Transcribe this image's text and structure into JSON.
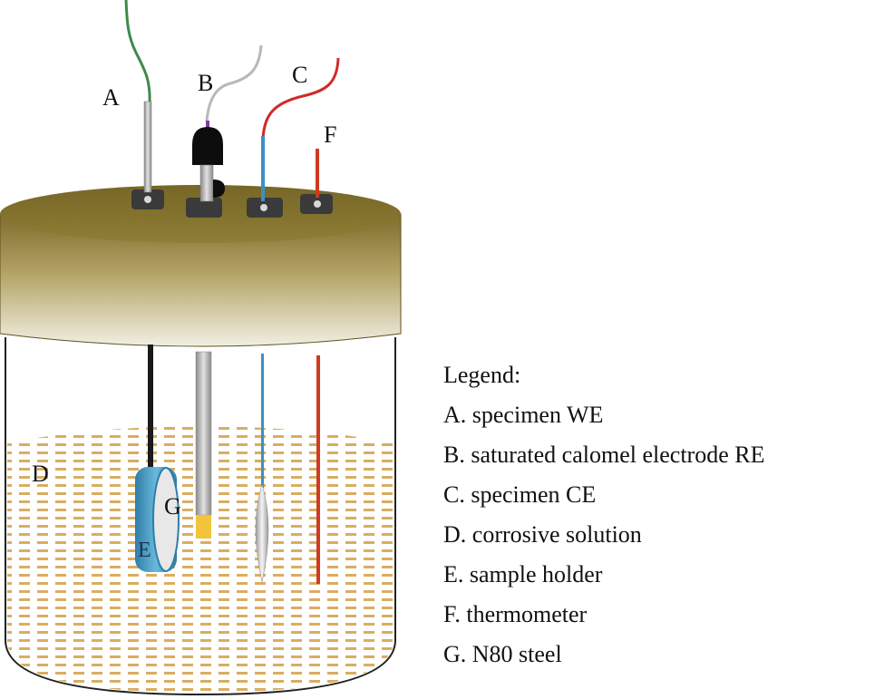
{
  "labels": {
    "A": "A",
    "B": "B",
    "C": "C",
    "D": "D",
    "E": "E",
    "F": "F",
    "G": "G"
  },
  "legend": {
    "title": "Legend:",
    "items": [
      "A. specimen WE",
      "B. saturated calomel electrode RE",
      "C. specimen CE",
      "D. corrosive solution",
      "E. sample holder",
      "F. thermometer",
      "G. N80 steel"
    ]
  },
  "colors": {
    "lid": "#8a7a32",
    "solution": "#d9ad61",
    "wire_A": "#3f8a4a",
    "wire_B": "#b8b8b8",
    "wire_C": "#d22a2a",
    "probe_C": "#3c8fc4",
    "thermometer": "#cf3b21",
    "holder": "#4ea0c8",
    "steel": "#f2c43c"
  }
}
